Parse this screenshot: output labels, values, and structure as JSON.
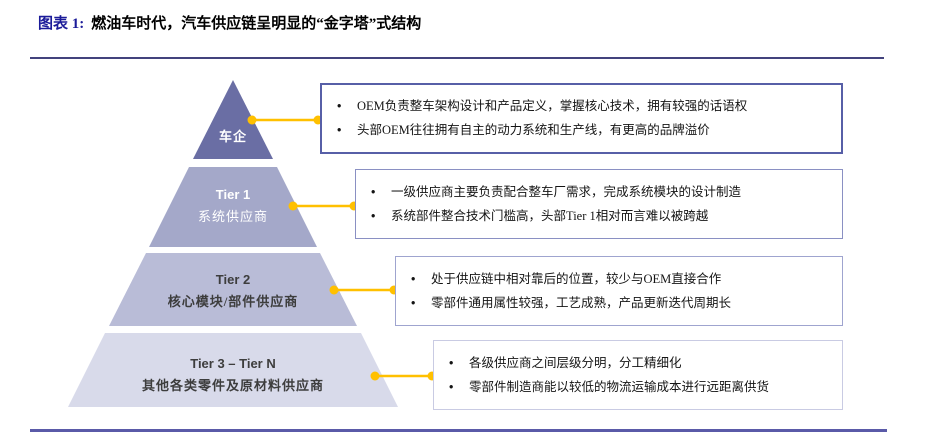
{
  "header": {
    "label": "图表 1:",
    "title": "燃油车时代，汽车供应链呈明显的“金字塔”式结构"
  },
  "pyramid": {
    "levels": [
      {
        "title": "车企",
        "subtitle": "",
        "color": "#6a6ea4",
        "text_color": "#ffffff"
      },
      {
        "title": "Tier 1",
        "subtitle": "系统供应商",
        "color": "#a4a8c9",
        "text_color": "#ffffff"
      },
      {
        "title": "Tier 2",
        "subtitle": "核心模块/部件供应商",
        "color": "#b9bcd7",
        "text_color": "#3d3d3d"
      },
      {
        "title": "Tier 3 – Tier N",
        "subtitle": "其他各类零件及原材料供应商",
        "color": "#d8daea",
        "text_color": "#3d3d3d"
      }
    ]
  },
  "callouts": [
    {
      "border_color": "#575fa7",
      "bullets": [
        "OEM负责整车架构设计和产品定义，掌握核心技术，拥有较强的话语权",
        "头部OEM往往拥有自主的动力系统和生产线，有更高的品牌溢价"
      ]
    },
    {
      "border_color": "#8a90c3",
      "bullets": [
        "一级供应商主要负责配合整车厂需求，完成系统模块的设计制造",
        "系统部件整合技术门槛高，头部Tier 1相对而言难以被跨越"
      ]
    },
    {
      "border_color": "#9fa4cf",
      "bullets": [
        "处于供应链中相对靠后的位置，较少与OEM直接合作",
        "零部件通用属性较强，工艺成熟，产品更新迭代周期长"
      ]
    },
    {
      "border_color": "#c9cbe3",
      "bullets": [
        "各级供应商之间层级分明，分工精细化",
        "零部件制造商能以较低的物流运输成本进行远距离供货"
      ]
    }
  ],
  "accents": {
    "connector_color": "#FFC000",
    "title_label_color": "#1b1b99",
    "top_rule_color": "#43437d",
    "bottom_rule_color": "#5a5aa8"
  }
}
